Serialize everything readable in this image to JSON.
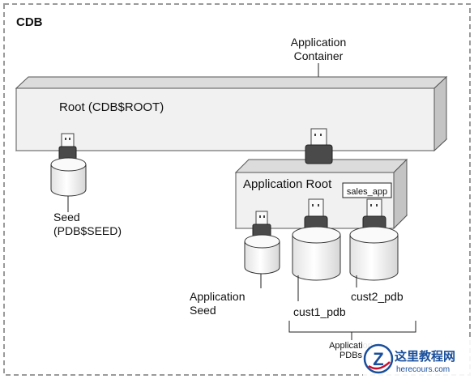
{
  "diagram": {
    "container_label": "CDB",
    "app_container_line1": "Application",
    "app_container_line2": "Container",
    "root_label": "Root (CDB$ROOT)",
    "app_root_label": "Application Root",
    "sales_app_label": "sales_app",
    "seed_line1": "Seed",
    "seed_line2": "(PDB$SEED)",
    "app_seed_line1": "Application",
    "app_seed_line2": "Seed",
    "cust1_label": "cust1_pdb",
    "cust2_label": "cust2_pdb",
    "app_pdbs_line1": "Application",
    "app_pdbs_line2": "PDBs"
  },
  "watermark": {
    "logo_letter": "Z",
    "title": "这里教程网",
    "subtitle": "herecours.com"
  },
  "colors": {
    "dashed_border": "#9a9a9a",
    "box_fill": "#f1f1f1",
    "box_top": "#dcdcdc",
    "box_side": "#c4c4c4",
    "plug_dark": "#4a4a4a",
    "watermark_blue": "#1a4f9c",
    "watermark_red": "#c8102e"
  }
}
